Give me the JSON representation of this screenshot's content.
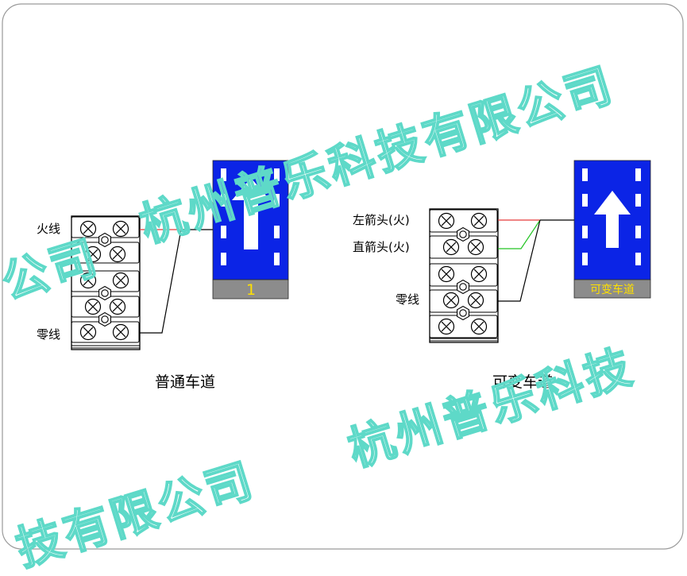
{
  "left_diagram": {
    "terminal_labels": [
      "火线",
      "零线"
    ],
    "sign_number": "1",
    "caption": "普通车道"
  },
  "right_diagram": {
    "terminal_labels": [
      "左箭头(火)",
      "直箭头(火)",
      "零线"
    ],
    "sign_text": "可变车道",
    "caption": "可变车道"
  },
  "watermark": {
    "line_a": "杭州普乐科技有限公司",
    "line_b": "公司",
    "line_c": "杭州普乐科技",
    "line_d": "技有限公司"
  },
  "colors": {
    "sign_blue": "#0b24e6",
    "sign_white": "#ffffff",
    "plate_gray": "#8c8c8c",
    "plate_text_yellow": "#ffe000",
    "wire_red": "#e53a3a",
    "wire_green": "#23c423",
    "wire_black": "#000000",
    "watermark": "#5ed9c8"
  }
}
